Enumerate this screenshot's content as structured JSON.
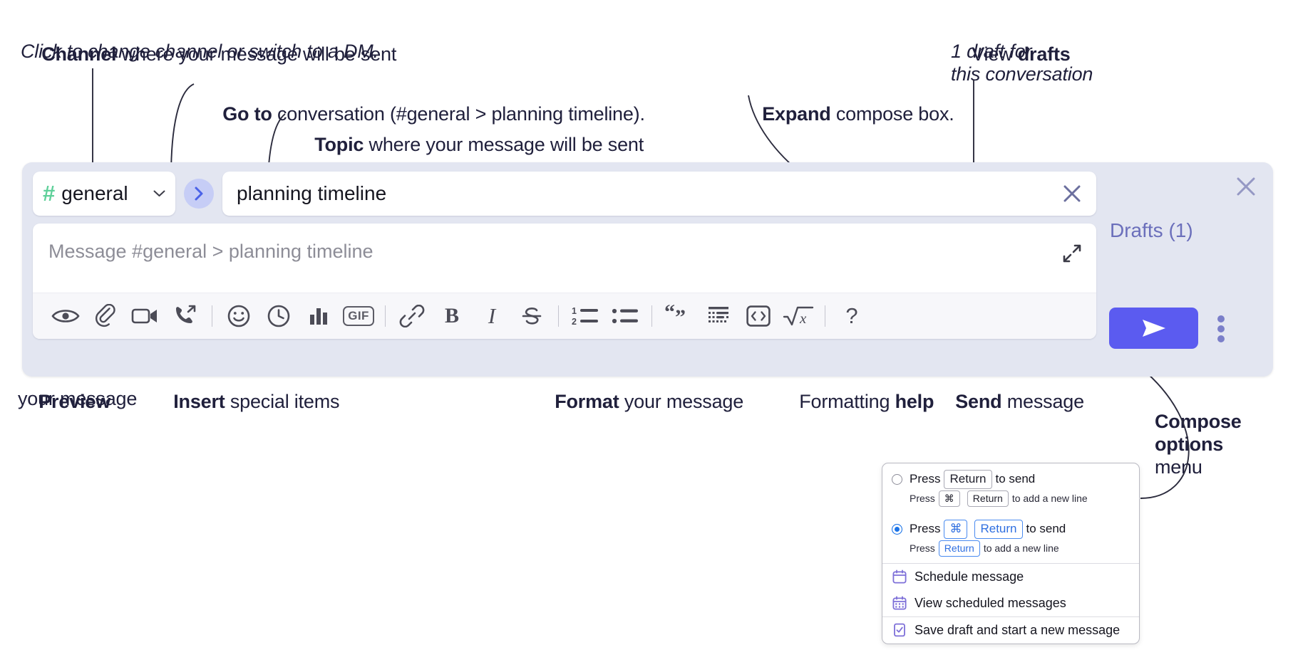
{
  "annotations": {
    "channel": {
      "bold": "Channel",
      "rest": " where your message will be sent",
      "italic_line": "Click to change channel or switch to a DM."
    },
    "goto": {
      "bold": "Go to",
      "rest": " conversation (#general > planning timeline)."
    },
    "topic": {
      "bold": "Topic",
      "rest": " where your message will be sent"
    },
    "expand": {
      "bold": "Expand",
      "rest": " compose box."
    },
    "drafts": {
      "line1_plain": "View ",
      "line1_bold": "drafts",
      "line2": "1 draft for",
      "line3": "this conversation"
    },
    "preview": {
      "bold": "Preview",
      "line2": "your message"
    },
    "insert": {
      "bold": "Insert",
      "rest": " special items"
    },
    "format": {
      "bold": "Format",
      "rest": " your message"
    },
    "help": {
      "plain": "Formatting ",
      "bold": "help"
    },
    "send": {
      "bold": "Send",
      "rest": " message"
    },
    "compose_options": {
      "line1": "Compose",
      "line2": "options",
      "line3": "menu"
    }
  },
  "compose": {
    "channel": {
      "hash": "#",
      "name": "general",
      "chevron_icon": "chevron-down-icon"
    },
    "goto_button": {
      "icon": "chevron-right-icon"
    },
    "topic": {
      "value": "planning timeline",
      "clear_icon": "close-icon"
    },
    "message": {
      "placeholder": "Message #general > planning timeline",
      "expand_icon": "expand-icon"
    },
    "toolbar": [
      {
        "name": "preview-button",
        "icon": "eye-icon"
      },
      {
        "name": "attach-button",
        "icon": "paperclip-icon"
      },
      {
        "name": "video-button",
        "icon": "video-camera-icon"
      },
      {
        "name": "call-button",
        "icon": "phone-forward-icon"
      },
      {
        "name": "divider-1",
        "icon": "divider"
      },
      {
        "name": "emoji-button",
        "icon": "smiley-icon"
      },
      {
        "name": "reminder-button",
        "icon": "clock-icon"
      },
      {
        "name": "poll-button",
        "icon": "bar-chart-icon"
      },
      {
        "name": "gif-button",
        "icon": "gif-icon",
        "label": "GIF"
      },
      {
        "name": "divider-2",
        "icon": "divider"
      },
      {
        "name": "link-button",
        "icon": "link-icon"
      },
      {
        "name": "bold-button",
        "icon": "bold-icon",
        "label": "B"
      },
      {
        "name": "italic-button",
        "icon": "italic-icon",
        "label": "I"
      },
      {
        "name": "strikethrough-button",
        "icon": "strikethrough-icon"
      },
      {
        "name": "divider-3",
        "icon": "divider"
      },
      {
        "name": "ordered-list-button",
        "icon": "numbered-list-icon"
      },
      {
        "name": "bulleted-list-button",
        "icon": "bulleted-list-icon"
      },
      {
        "name": "divider-4",
        "icon": "divider"
      },
      {
        "name": "quote-button",
        "icon": "quote-icon"
      },
      {
        "name": "code-block-button",
        "icon": "code-block-icon"
      },
      {
        "name": "inline-code-button",
        "icon": "code-brackets-icon"
      },
      {
        "name": "math-button",
        "icon": "square-root-x-icon"
      },
      {
        "name": "divider-5",
        "icon": "divider"
      },
      {
        "name": "formatting-help-button",
        "icon": "question-mark-icon",
        "label": "?"
      }
    ],
    "right": {
      "close_icon": "close-icon",
      "drafts_label": "Drafts (1)",
      "send_icon": "send-arrow-icon",
      "kebab_icon": "vertical-dots-icon"
    }
  },
  "options_menu": {
    "radio_1": {
      "selected": false,
      "pre": "Press",
      "key": "Return",
      "post": "to send",
      "sub_pre": "Press",
      "sub_key1": "⌘",
      "sub_key2": "Return",
      "sub_post": "to add a new line"
    },
    "radio_2": {
      "selected": true,
      "pre": "Press",
      "key1": "⌘",
      "key2": "Return",
      "post": "to send",
      "sub_pre": "Press",
      "sub_key": "Return",
      "sub_post": "to add a new line"
    },
    "items": [
      {
        "name": "schedule-message",
        "icon": "calendar-icon",
        "label": "Schedule message"
      },
      {
        "name": "view-scheduled-messages",
        "icon": "calendar-grid-icon",
        "label": "View scheduled messages"
      },
      {
        "name": "save-draft-new-message",
        "icon": "document-check-icon",
        "label": "Save draft and start a new message"
      }
    ]
  },
  "colors": {
    "compose_bg": "#e3e6f1",
    "send_button": "#5b5bf0",
    "hash_green": "#5fd09a",
    "goto_circle": "#c6cdf6",
    "drafts_text": "#6b6fbb",
    "menu_icon_purple": "#7d6fd8",
    "radio_blue": "#1a73e8"
  }
}
